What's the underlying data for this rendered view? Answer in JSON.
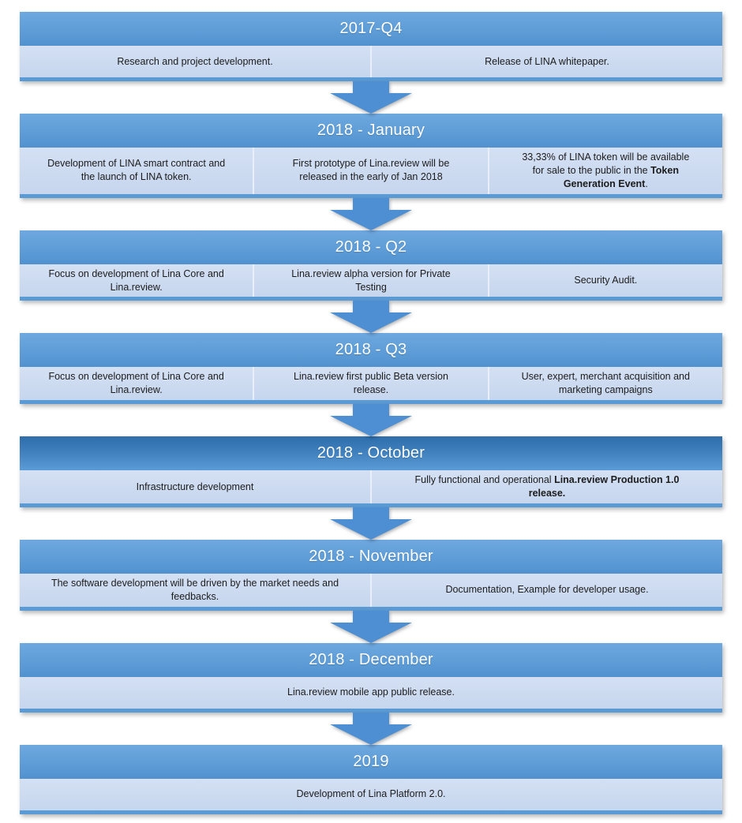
{
  "colors": {
    "header_blue": "#5b9bd5",
    "header_dark_blue": "#2d6dab",
    "cell_light_blue": "#cbdaf0",
    "arrow_blue": "#4d8fd2",
    "header_text": "#ffffff",
    "body_text": "#1c1c1c"
  },
  "sections": [
    {
      "title": "2017-Q4",
      "cells": [
        {
          "text": "Research and project development."
        },
        {
          "text": "Release of LINA whitepaper."
        }
      ]
    },
    {
      "title": "2018 - January",
      "cells": [
        {
          "text": "Development of LINA smart contract and the launch of LINA token."
        },
        {
          "text": "First prototype of Lina.review will be released in the early of Jan 2018"
        },
        {
          "text": "33,33% of LINA token will be available for sale to the public in the ",
          "bold": "Token Generation Event",
          "suffix": "."
        }
      ]
    },
    {
      "title": "2018 - Q2",
      "cells": [
        {
          "text": "Focus on development of Lina Core and Lina.review."
        },
        {
          "text": "Lina.review alpha version for Private Testing"
        },
        {
          "text": "Security Audit."
        }
      ]
    },
    {
      "title": "2018 - Q3",
      "cells": [
        {
          "text": "Focus on development of Lina Core and Lina.review."
        },
        {
          "text": "Lina.review first public Beta version release."
        },
        {
          "text": "User, expert, merchant acquisition and marketing campaigns"
        }
      ]
    },
    {
      "title": "2018 - October",
      "cells": [
        {
          "text": "Infrastructure development"
        },
        {
          "text": "Fully functional and operational ",
          "bold": "Lina.review Production 1.0 release."
        }
      ]
    },
    {
      "title": "2018 - November",
      "cells": [
        {
          "text": "The software development will be driven by the market needs and feedbacks."
        },
        {
          "text": "Documentation, Example for developer usage."
        }
      ]
    },
    {
      "title": "2018 - December",
      "cells": [
        {
          "text": "Lina.review mobile app public release."
        }
      ]
    },
    {
      "title": "2019",
      "cells": [
        {
          "text": "Development of Lina Platform 2.0."
        }
      ]
    }
  ]
}
